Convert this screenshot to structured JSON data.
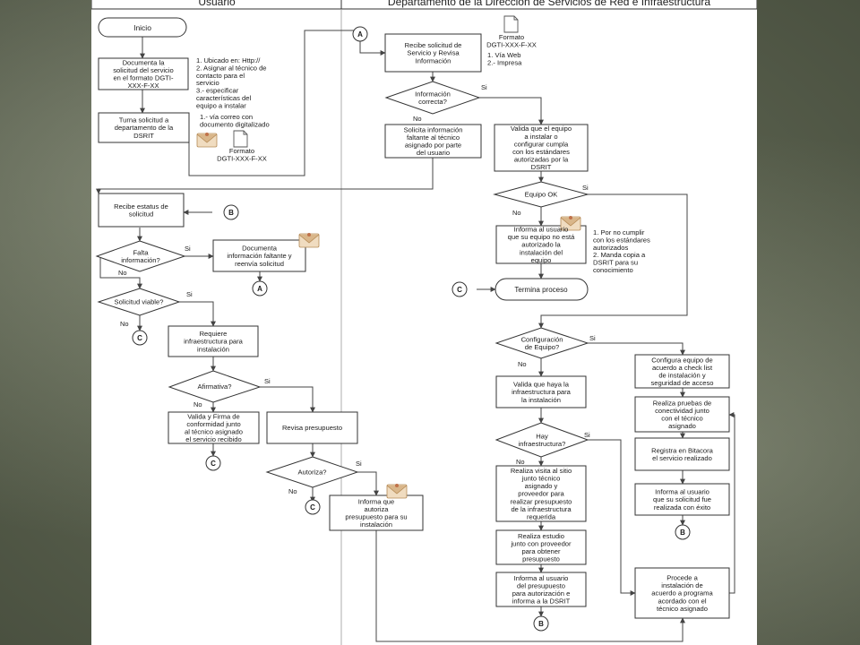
{
  "header": {
    "left": "Usuario",
    "right": "Departamento de la Dirección de Servicios de Red e Infraestructura"
  },
  "nodes": {
    "inicio": "Inicio",
    "documenta": [
      "Documenta la",
      "solicitud del servicio",
      "en el formato DGTI-",
      "XXX-F-XX"
    ],
    "turna": [
      "Turna solicitud a",
      "departamento de la",
      "DSRIT"
    ],
    "recibe_solicitud": [
      "Recibe solicitud de",
      "Servicio  y Revisa",
      "Información"
    ],
    "info_correcta": [
      "Información",
      "correcta?"
    ],
    "solicita_info": [
      "Solicita información",
      "faltante al técnico",
      "asignado por parte",
      "del usuario"
    ],
    "valida_equipo": [
      "Valida que el equipo",
      "a instalar o",
      "configurar cumpla",
      "con los estándares",
      "autorizadas por la",
      "DSRIT"
    ],
    "equipo_ok": [
      "Equipo OK"
    ],
    "informa_no_autorizado": [
      "Informa al usuario",
      "que su equipo no está",
      "autorizado la",
      "instalación del",
      "equipo"
    ],
    "termina": "Termina proceso",
    "recibe_estatus": [
      "Recibe estatus de",
      "solicitud"
    ],
    "falta_info": [
      "Falta",
      "información?"
    ],
    "documenta_faltante": [
      "Documenta",
      "información faltante y",
      "reenvía solicitud"
    ],
    "solicitud_viable": [
      "Solicitud viable?"
    ],
    "requiere_infra": [
      "Requiere",
      "infraestructura para",
      "instalación"
    ],
    "afirmativa": [
      "Afirmativa?"
    ],
    "valida_firma": [
      "Valida y Firma de",
      "conformidad junto",
      "al técnico asignado",
      "el servicio recibido"
    ],
    "revisa_presupuesto": [
      "Revisa presupuesto"
    ],
    "autoriza": [
      "Autoriza?"
    ],
    "informa_autoriza": [
      "Informa que",
      "autoriza",
      "presupuesto para su",
      "instalación"
    ],
    "config_equipo": [
      "Configuración",
      "de Equipo?"
    ],
    "valida_infra": [
      "Valida que haya la",
      "infraestructura para",
      "la instalación"
    ],
    "hay_infra": [
      "Hay",
      "infraestructura?"
    ],
    "realiza_visita": [
      "Realiza visita al sitio",
      "junto técnico",
      "asignado y",
      "proveedor para",
      "realizar presupuesto",
      "de la infraestructura",
      "requerida"
    ],
    "realiza_estudio": [
      "Realiza estudio",
      "junto con proveedor",
      "para obtener",
      "presupuesto"
    ],
    "informa_presupuesto": [
      "Informa al usuario",
      "del presupuesto",
      "para autorización e",
      "informa a la DSRIT"
    ],
    "configura_equipo": [
      "Configura equipo de",
      "acuerdo a check list",
      "de instalación y",
      "seguridad de acceso"
    ],
    "realiza_pruebas": [
      "Realiza pruebas de",
      "conectividad junto",
      "con el técnico",
      "asignado"
    ],
    "registra_bitacora": [
      "Registra en Bitacora",
      "el servicio realizado"
    ],
    "informa_exito": [
      "Informa al usuario",
      "que su solicitud fue",
      "realizada con éxito"
    ],
    "procede_instalacion": [
      "Procede a",
      "instalación de",
      "acuerdo a programa",
      "acordado con el",
      "técnico asignado"
    ]
  },
  "notes": {
    "ubicado": [
      "1. Ubicado en: Http://",
      "2. Asignar al técnico de",
      "contacto para el",
      "servicio",
      "3.- especificar",
      "características del",
      "equipo a instalar"
    ],
    "correo": [
      "1.- vía correo con",
      "documento digitalizado"
    ],
    "formato_bottom": [
      "Formato",
      "DGTI-XXX-F-XX"
    ],
    "formato_top": [
      "Formato",
      "DGTI-XXX-F-XX"
    ],
    "via": [
      "1. Vía Web",
      "2.- Impresa"
    ],
    "por_no_cumplir": [
      "1. Por no cumplir",
      "con los estándares",
      "autorizados",
      "2. Manda copia a",
      "DSRIT para su",
      "conocimiento"
    ]
  },
  "connectors": {
    "a": "A",
    "b": "B",
    "c": "C"
  },
  "edge_labels": {
    "si": "Si",
    "no": "No"
  },
  "colors": {
    "mail_body": "#f0dcc0",
    "mail_flap": "#d9b68a",
    "mail_seal": "#c0724a",
    "line": "#444444"
  }
}
